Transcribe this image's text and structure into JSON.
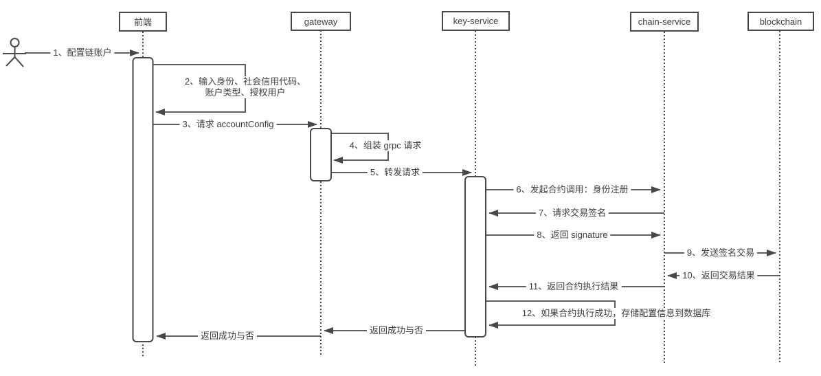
{
  "diagram": {
    "type": "sequence-diagram",
    "colors": {
      "stroke": "#45484d",
      "text": "#3b3d40",
      "background": "#ffffff"
    }
  },
  "actor": {
    "role": "user"
  },
  "participants": [
    {
      "id": "frontend",
      "label": "前端"
    },
    {
      "id": "gateway",
      "label": "gateway"
    },
    {
      "id": "key-service",
      "label": "key-service"
    },
    {
      "id": "chain-service",
      "label": "chain-service"
    },
    {
      "id": "blockchain",
      "label": "blockchain"
    }
  ],
  "messages": [
    {
      "from": "actor",
      "to": "frontend",
      "label": "1、配置链账户"
    },
    {
      "from": "frontend",
      "to": "frontend",
      "label": "2、输入身份、社会信用代码、",
      "label2": "账户类型、授权用户"
    },
    {
      "from": "frontend",
      "to": "gateway",
      "label": "3、请求 accountConfig"
    },
    {
      "from": "gateway",
      "to": "gateway",
      "label": "4、组装 grpc 请求"
    },
    {
      "from": "gateway",
      "to": "key-service",
      "label": "5、转发请求"
    },
    {
      "from": "key-service",
      "to": "chain-service",
      "label": "6、发起合约调用：身份注册"
    },
    {
      "from": "chain-service",
      "to": "key-service",
      "label": "7、请求交易签名"
    },
    {
      "from": "key-service",
      "to": "chain-service",
      "label": "8、返回 signature"
    },
    {
      "from": "chain-service",
      "to": "blockchain",
      "label": "9、发送签名交易"
    },
    {
      "from": "blockchain",
      "to": "chain-service",
      "label": "10、返回交易结果"
    },
    {
      "from": "chain-service",
      "to": "key-service",
      "label": "11、返回合约执行结果"
    },
    {
      "from": "key-service",
      "to": "key-service",
      "label": "12、如果合约执行成功，存储配置信息到数据库"
    },
    {
      "from": "key-service",
      "to": "gateway",
      "label": "返回成功与否"
    },
    {
      "from": "gateway",
      "to": "frontend",
      "label": "返回成功与否"
    }
  ]
}
